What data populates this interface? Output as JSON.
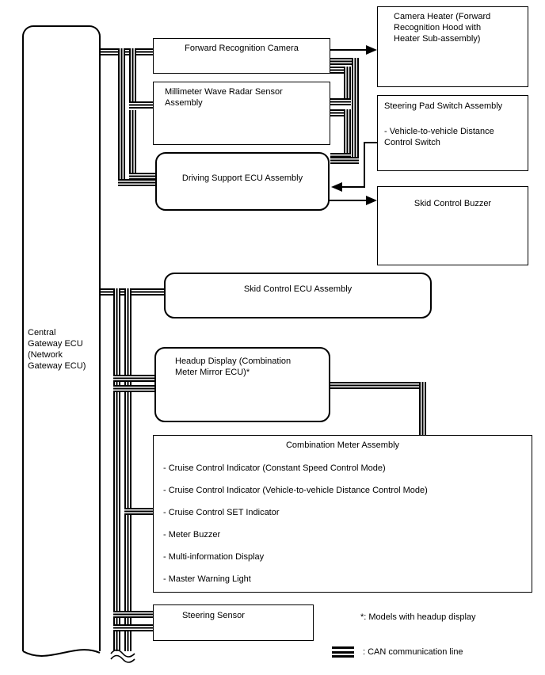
{
  "diagram": {
    "gateway": {
      "label": "Central\nGateway ECU\n(Network\nGateway ECU)"
    },
    "nodes": {
      "forward_camera": {
        "label": "Forward Recognition Camera"
      },
      "radar": {
        "label": "Millimeter Wave Radar Sensor\nAssembly"
      },
      "driving_support": {
        "label": "Driving Support ECU Assembly"
      },
      "camera_heater": {
        "label": "Camera Heater (Forward\nRecognition Hood with\nHeater Sub-assembly)"
      },
      "steering_pad": {
        "title": "Steering Pad Switch Assembly",
        "item": "- Vehicle-to-vehicle Distance\nControl Switch"
      },
      "skid_buzzer": {
        "label": "Skid Control Buzzer"
      },
      "skid_ecu": {
        "label": "Skid Control ECU Assembly"
      },
      "headup": {
        "label": "Headup Display (Combination\nMeter Mirror ECU)*"
      },
      "combination_meter": {
        "title": "Combination Meter Assembly",
        "items": [
          "- Cruise Control Indicator (Constant Speed Control Mode)",
          "- Cruise Control Indicator (Vehicle-to-vehicle Distance Control Mode)",
          "- Cruise Control SET Indicator",
          "- Meter Buzzer",
          "- Multi-information Display",
          "- Master Warning Light"
        ]
      },
      "steering_sensor": {
        "label": "Steering Sensor"
      }
    },
    "footnotes": {
      "asterisk": "*: Models with headup display",
      "can_legend": ": CAN communication line"
    },
    "colors": {
      "line": "#000000",
      "background": "#ffffff"
    },
    "legend_symbol": "can-line-symbol"
  }
}
